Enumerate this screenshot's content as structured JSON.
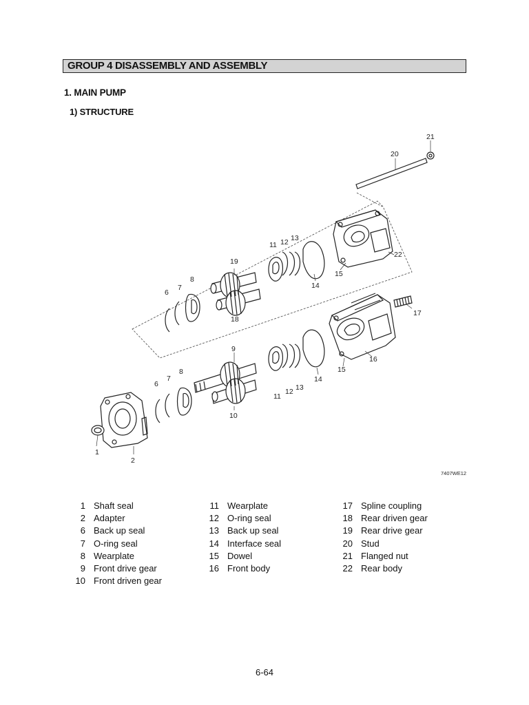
{
  "header": {
    "group_title": "GROUP 4 DISASSEMBLY AND ASSEMBLY",
    "section_title": "1. MAIN PUMP",
    "subsection_title": "1) STRUCTURE"
  },
  "figure": {
    "code": "7407WE12",
    "callouts": {
      "c1": "1",
      "c2": "2",
      "c6a": "6",
      "c6b": "6",
      "c7a": "7",
      "c7b": "7",
      "c8a": "8",
      "c8b": "8",
      "c9": "9",
      "c10": "10",
      "c11a": "11",
      "c11b": "11",
      "c12a": "12",
      "c12b": "12",
      "c13a": "13",
      "c13b": "13",
      "c14a": "14",
      "c14b": "14",
      "c15a": "15",
      "c15b": "15",
      "c16": "16",
      "c17": "17",
      "c18": "18",
      "c19": "19",
      "c20": "20",
      "c21": "21",
      "c22": "22"
    }
  },
  "parts": [
    [
      {
        "num": "1",
        "name": "Shaft seal"
      },
      {
        "num": "2",
        "name": "Adapter"
      },
      {
        "num": "6",
        "name": "Back up seal"
      },
      {
        "num": "7",
        "name": "O-ring seal"
      },
      {
        "num": "8",
        "name": "Wearplate"
      },
      {
        "num": "9",
        "name": "Front drive gear"
      },
      {
        "num": "10",
        "name": "Front driven gear"
      }
    ],
    [
      {
        "num": "11",
        "name": "Wearplate"
      },
      {
        "num": "12",
        "name": "O-ring seal"
      },
      {
        "num": "13",
        "name": "Back up seal"
      },
      {
        "num": "14",
        "name": "Interface seal"
      },
      {
        "num": "15",
        "name": "Dowel"
      },
      {
        "num": "16",
        "name": "Front body"
      }
    ],
    [
      {
        "num": "17",
        "name": "Spline coupling"
      },
      {
        "num": "18",
        "name": "Rear driven gear"
      },
      {
        "num": "19",
        "name": "Rear drive gear"
      },
      {
        "num": "20",
        "name": "Stud"
      },
      {
        "num": "21",
        "name": "Flanged nut"
      },
      {
        "num": "22",
        "name": "Rear body"
      }
    ]
  ],
  "footer": {
    "page_number": "6-64"
  }
}
